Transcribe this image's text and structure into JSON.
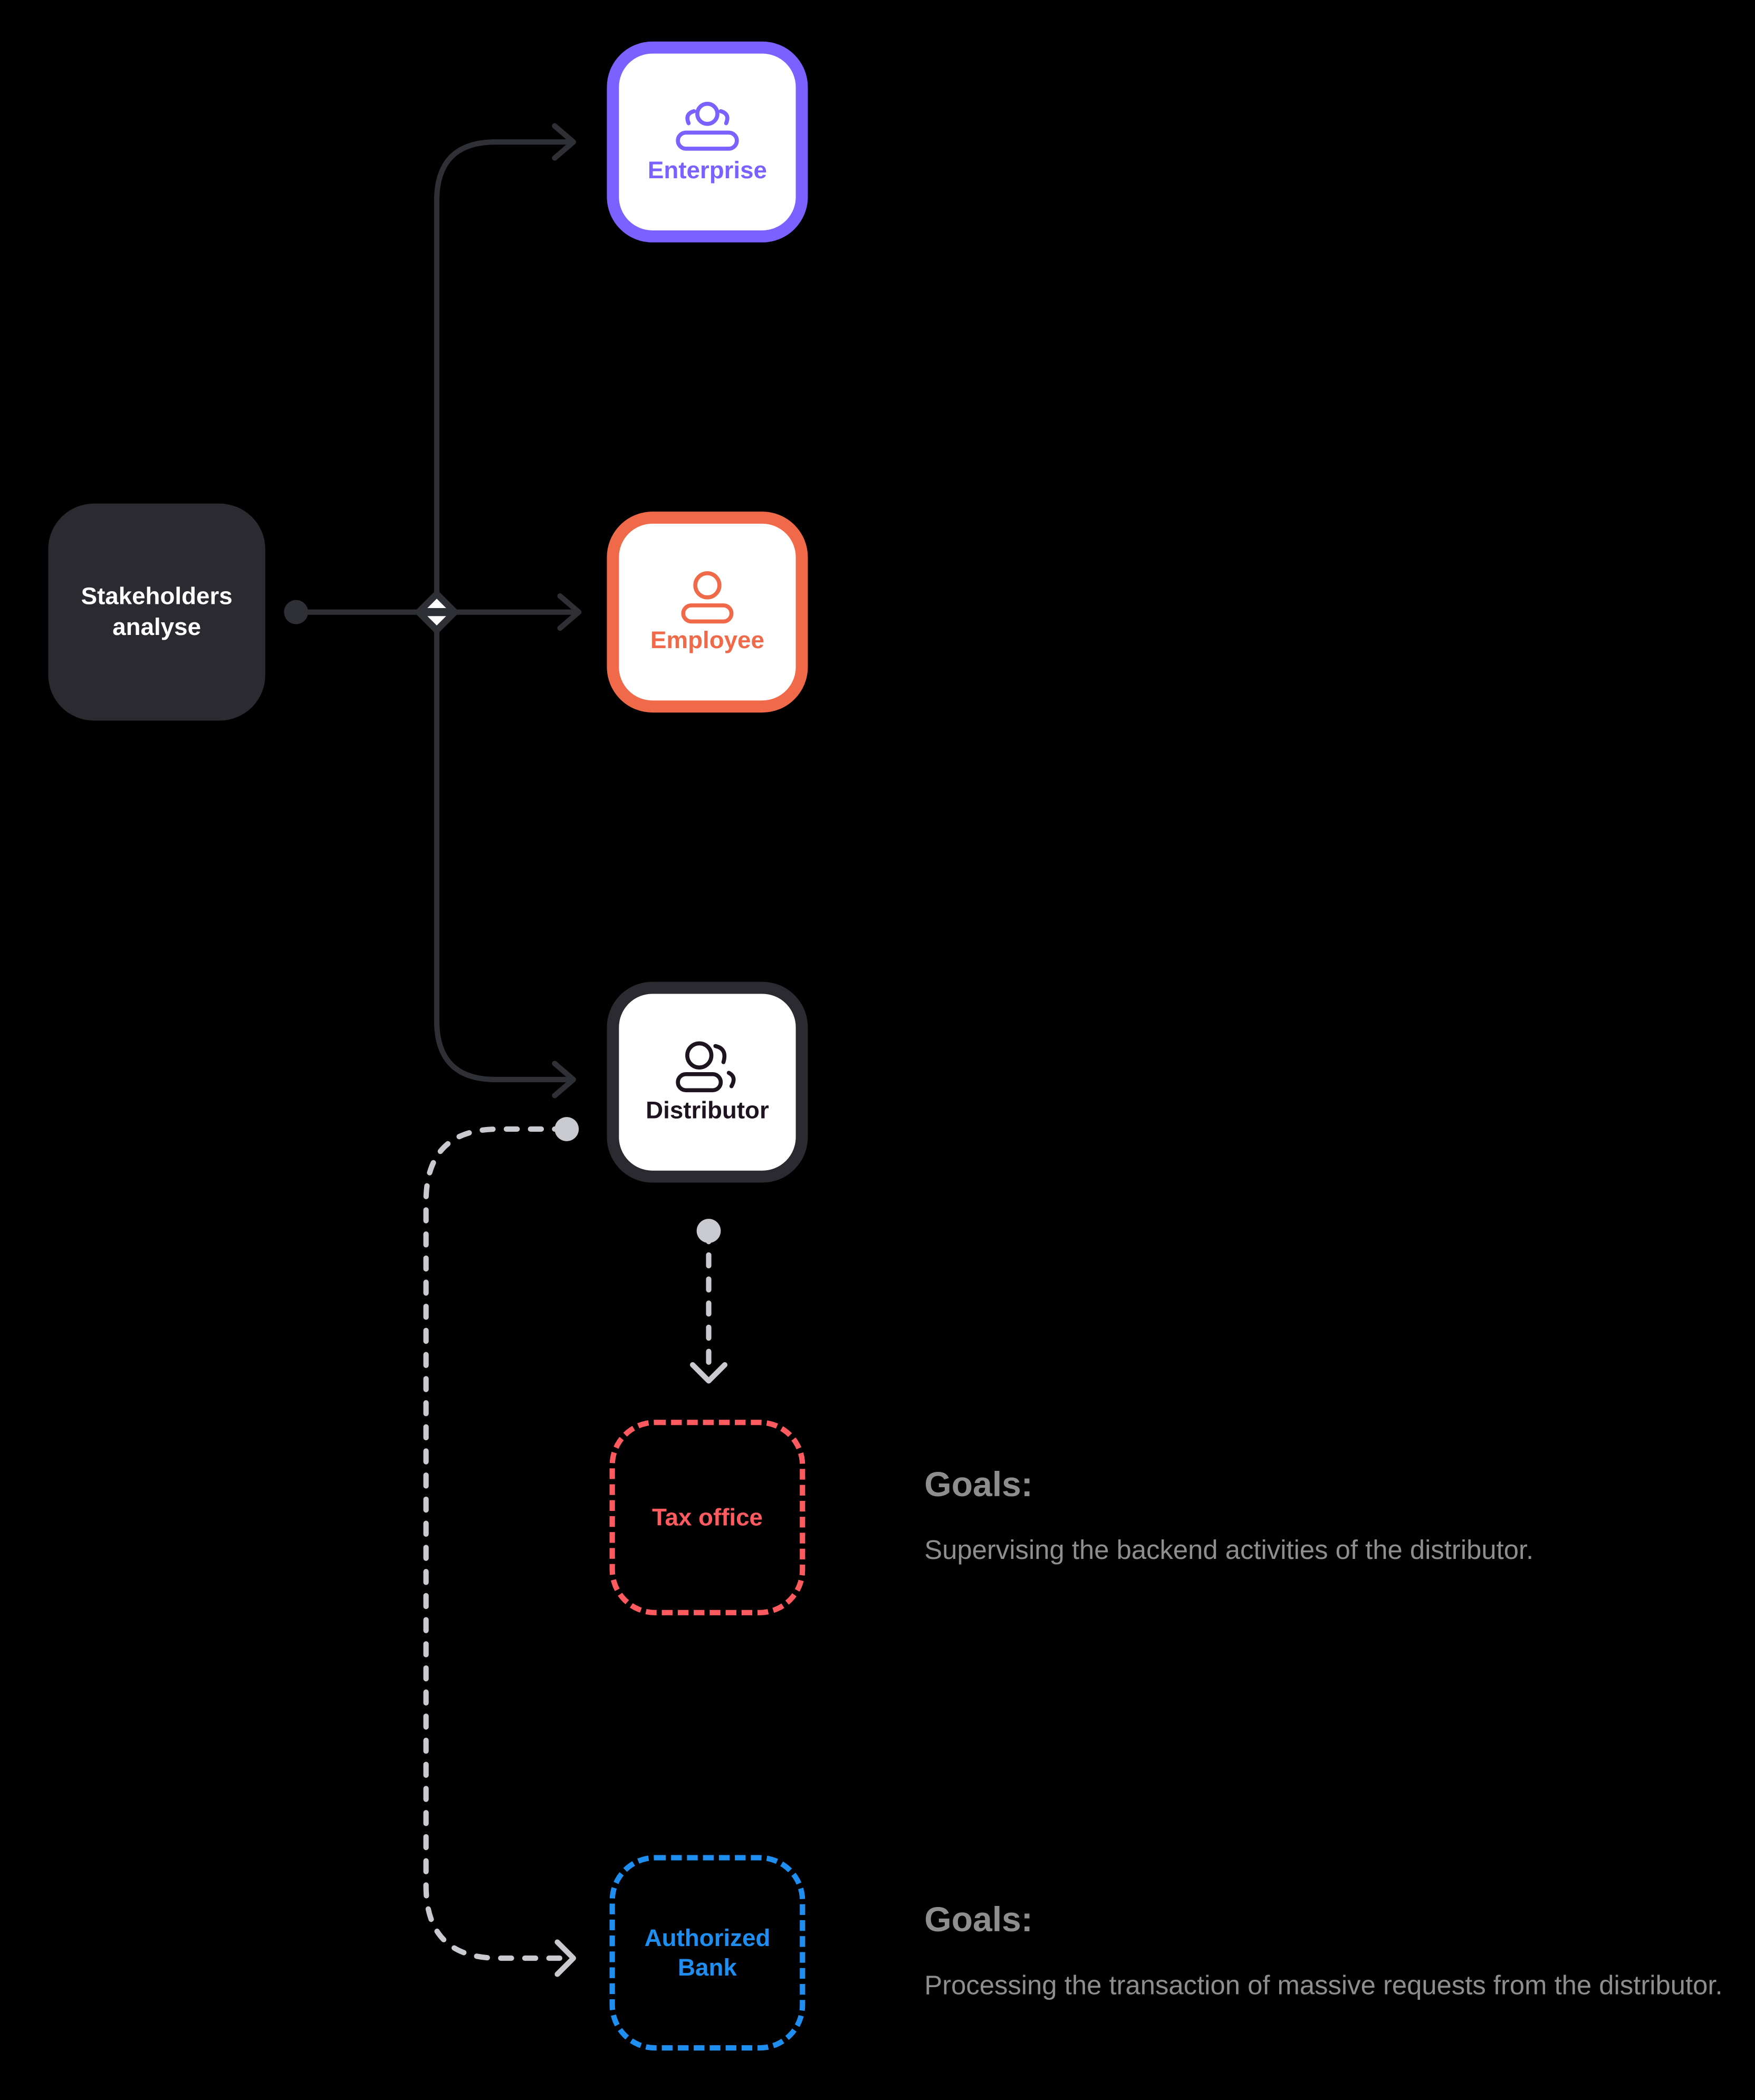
{
  "source": {
    "label": "Stakeholders analyse"
  },
  "stakeholders": {
    "enterprise": {
      "label": "Enterprise",
      "icon": "people-group-icon",
      "color": "#7b61ff"
    },
    "employee": {
      "label": "Employee",
      "icon": "person-icon",
      "color": "#f06a4a"
    },
    "distributor": {
      "label": "Distributor",
      "icon": "users-icon",
      "color": "#2a2a30"
    }
  },
  "external": {
    "tax_office": {
      "label": "Tax office",
      "color": "#ff5a5f",
      "goals_title": "Goals:",
      "goals_text": "Supervising the backend activities of the distributor."
    },
    "authorized_bank": {
      "label": "Authorized Bank",
      "color": "#1e8ff0",
      "goals_title": "Goals:",
      "goals_text": "Processing the transaction of massive requests from the distributor."
    }
  }
}
